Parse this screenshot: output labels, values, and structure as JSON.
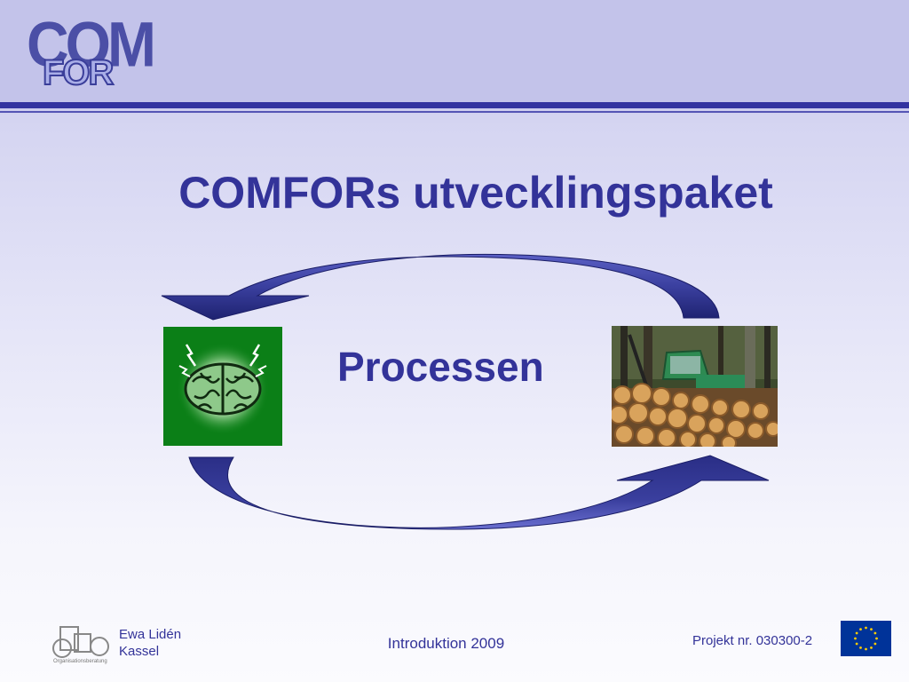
{
  "logo": {
    "top": "COM",
    "bottom": "FOR"
  },
  "slide": {
    "title": "COMFORs utvecklingspaket",
    "subtitle": "Processen"
  },
  "images": {
    "left": "brain-icon",
    "right": "forest-logs-photo"
  },
  "footer": {
    "logo_caption": "Organisationsberatung",
    "name": "Ewa Lidén",
    "city": "Kassel",
    "center": "Introduktion 2009",
    "project": "Projekt nr. 030300-2"
  },
  "colors": {
    "accent": "#333399",
    "header_bg": "#c3c3ea",
    "brain_bg": "#0b7f17"
  }
}
